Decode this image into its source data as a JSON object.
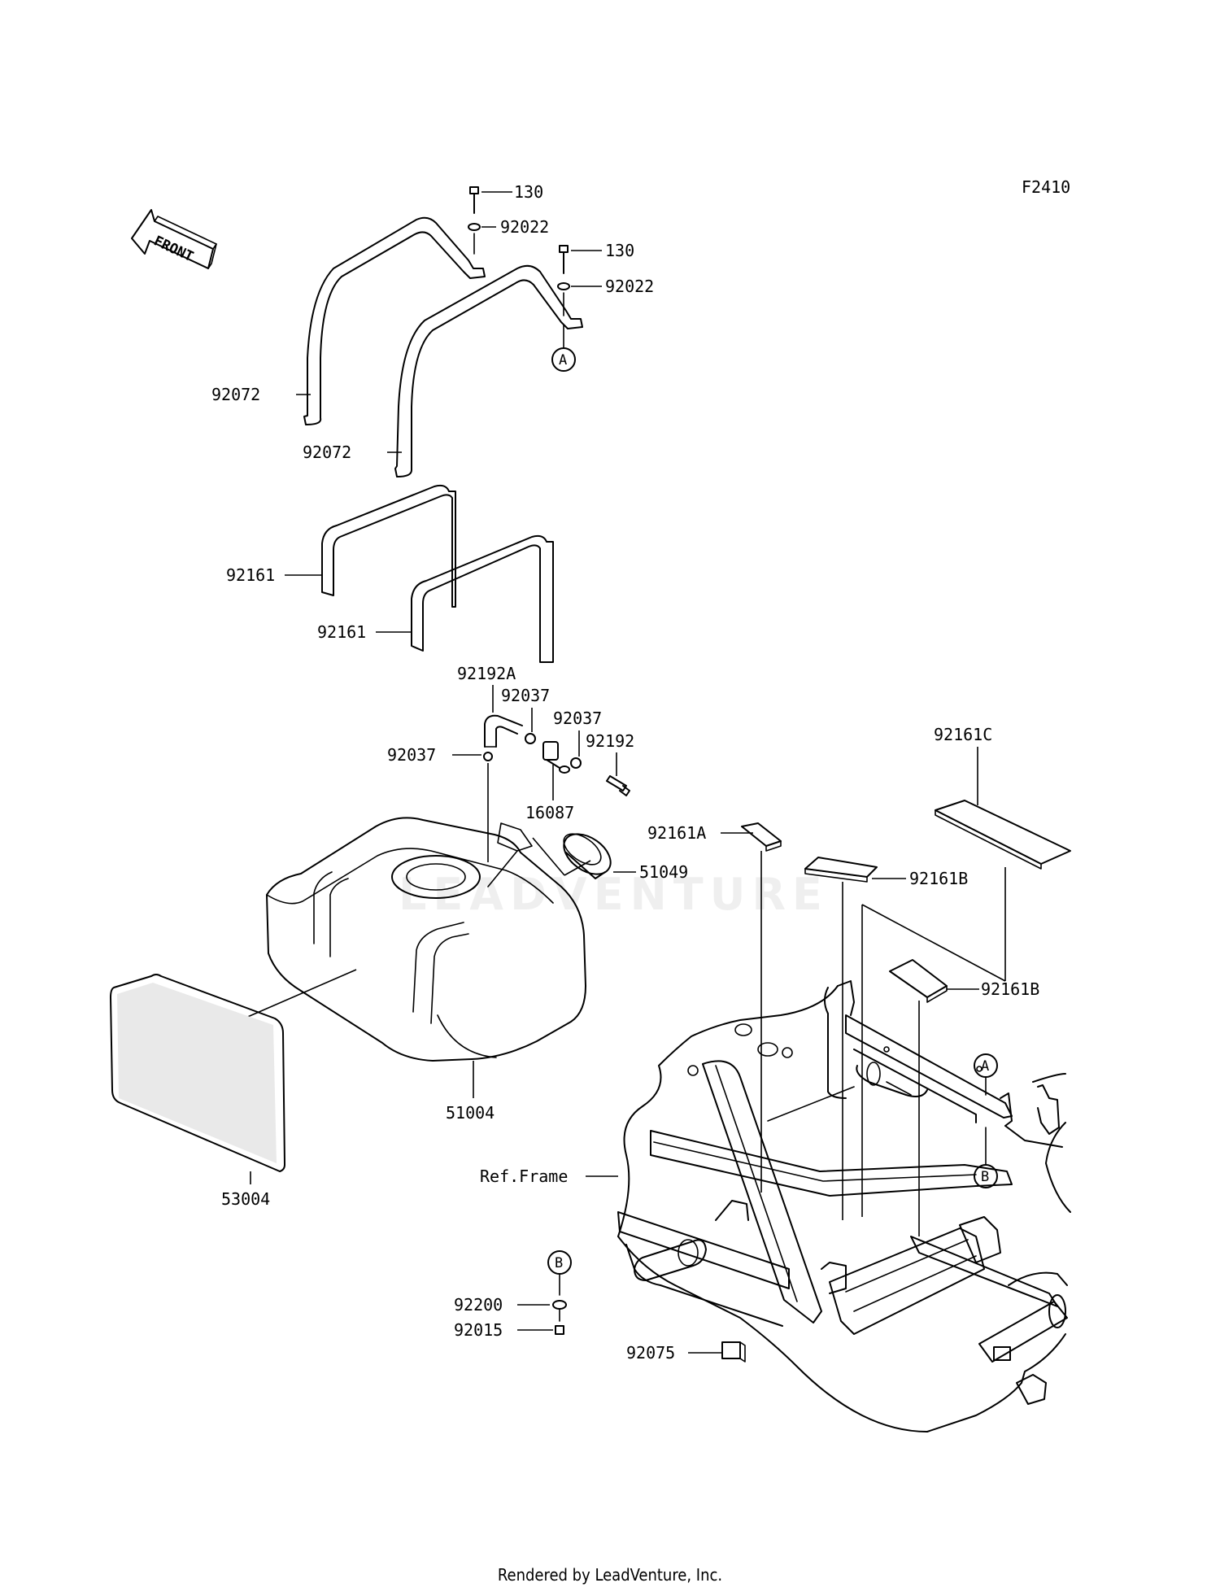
{
  "diagram": {
    "code": "F2410",
    "front_label": "FRONT",
    "watermark": "LEADVENTURE",
    "parts": {
      "p130_a": "130",
      "p92022_a": "92022",
      "p130_b": "130",
      "p92022_b": "92022",
      "p92072_a": "92072",
      "p92072_b": "92072",
      "p92161_a": "92161",
      "p92161_b": "92161",
      "p92192a": "92192A",
      "p92037_a": "92037",
      "p92037_b": "92037",
      "p92037_c": "92037",
      "p92192": "92192",
      "p16087": "16087",
      "p51049": "51049",
      "p51004": "51004",
      "p53004": "53004",
      "p92161c": "92161C",
      "p92161a": "92161A",
      "p92161b_a": "92161B",
      "p92161b_b": "92161B",
      "ref_frame": "Ref.Frame",
      "p92200": "92200",
      "p92015": "92015",
      "p92075": "92075"
    },
    "callouts": {
      "a_top": "A",
      "a_frame": "A",
      "b_frame": "B",
      "b_bottom": "B"
    }
  },
  "footer": {
    "text": "Rendered by LeadVenture, Inc."
  }
}
